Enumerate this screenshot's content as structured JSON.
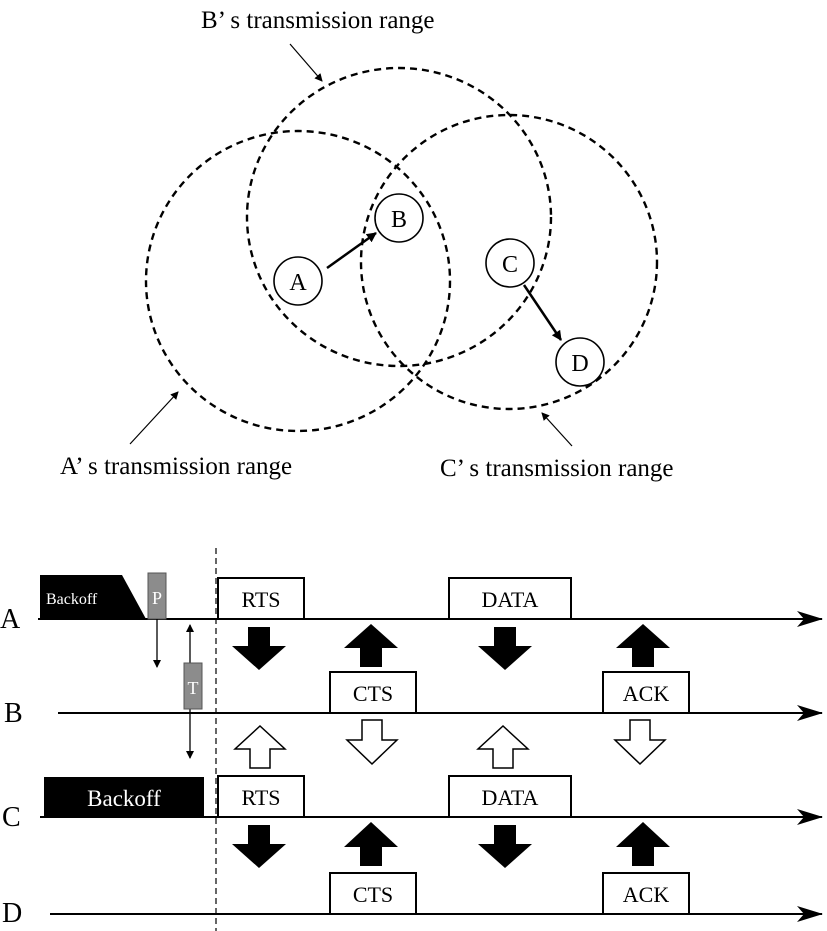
{
  "range_labels": {
    "a": "A’ s  transmission range",
    "b": "B’ s  transmission range",
    "c": "C’ s  transmission range"
  },
  "nodes": {
    "a": "A",
    "b": "B",
    "c": "C",
    "d": "D"
  },
  "rows": {
    "a": "A",
    "b": "B",
    "c": "C",
    "d": "D"
  },
  "frames": {
    "a_rts": "RTS",
    "a_data": "DATA",
    "b_cts": "CTS",
    "b_ack": "ACK",
    "c_rts": "RTS",
    "c_data": "DATA",
    "d_cts": "CTS",
    "d_ack": "ACK"
  },
  "backoff": {
    "a": "Backoff",
    "c": "Backoff"
  },
  "markers": {
    "p": "P",
    "t": "T"
  },
  "colors": {
    "ink": "#000000",
    "marker_gray": "#8c8c8c",
    "background": "#ffffff"
  }
}
